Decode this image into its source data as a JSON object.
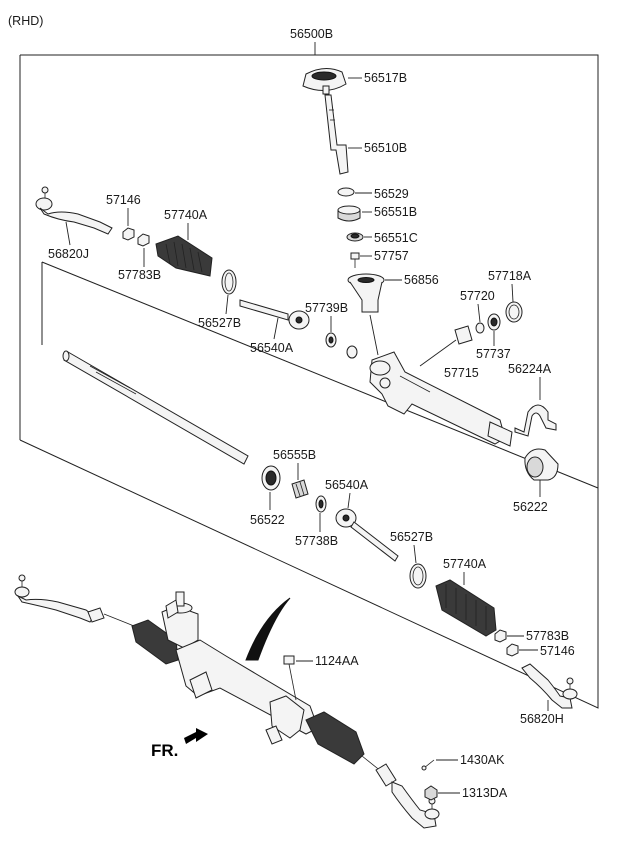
{
  "variant": "(RHD)",
  "assembly": "56500B",
  "parts": {
    "p56517B": "56517B",
    "p56510B": "56510B",
    "p56529": "56529",
    "p56551B": "56551B",
    "p56551C": "56551C",
    "p57757": "57757",
    "p56856": "56856",
    "p57718A": "57718A",
    "p57720": "57720",
    "p57737": "57737",
    "p57715": "57715",
    "p56224A": "56224A",
    "p56222": "56222",
    "p57146_left": "57146",
    "p57740A_left": "57740A",
    "p57783B_left": "57783B",
    "p56820J": "56820J",
    "p56527B_left": "56527B",
    "p57739B": "57739B",
    "p56540A_left": "56540A",
    "p56555B": "56555B",
    "p56522": "56522",
    "p56540A_right": "56540A",
    "p57738B": "57738B",
    "p56527B_right": "56527B",
    "p57740A_right": "57740A",
    "p57783B_right": "57783B",
    "p57146_right": "57146",
    "p56820H": "56820H",
    "p1124AA": "1124AA",
    "p1430AK": "1430AK",
    "p1313DA": "1313DA"
  },
  "direction_label": "FR."
}
